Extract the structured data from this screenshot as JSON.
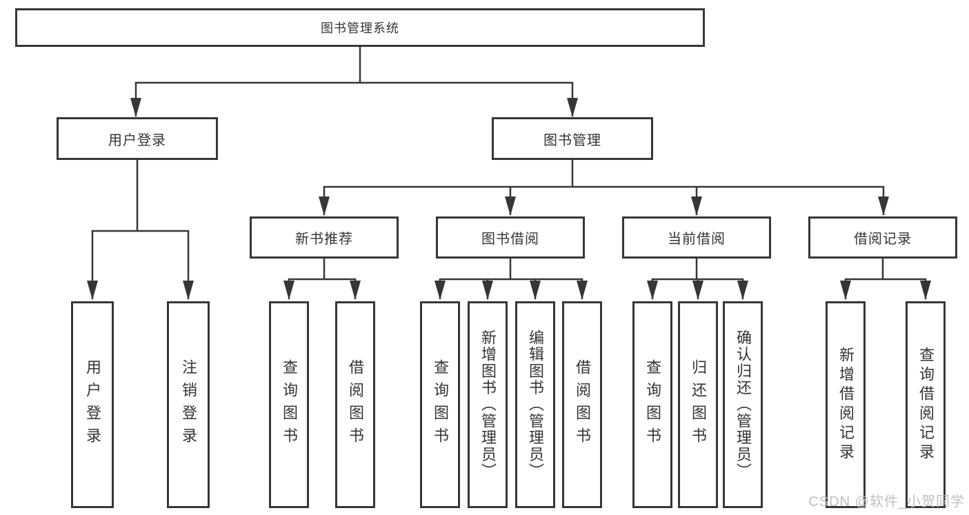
{
  "tree": {
    "label": "图书管理系统",
    "children": [
      {
        "label": "用户登录",
        "children": [
          {
            "label": "用户登录"
          },
          {
            "label": "注销登录"
          }
        ]
      },
      {
        "label": "图书管理",
        "children": [
          {
            "label": "新书推荐",
            "children": [
              {
                "label": "查询图书"
              },
              {
                "label": "借阅图书"
              }
            ]
          },
          {
            "label": "图书借阅",
            "children": [
              {
                "label": "查询图书"
              },
              {
                "label": "新增图书（管理员）"
              },
              {
                "label": "编辑图书（管理员）"
              },
              {
                "label": "借阅图书"
              }
            ]
          },
          {
            "label": "当前借阅",
            "children": [
              {
                "label": "查询图书"
              },
              {
                "label": "归还图书"
              },
              {
                "label": "确认归还（管理员）"
              }
            ]
          },
          {
            "label": "借阅记录",
            "children": [
              {
                "label": "新增借阅记录"
              },
              {
                "label": "查询借阅记录"
              }
            ]
          }
        ]
      }
    ]
  },
  "watermark": {
    "text": "CSDN @软件_小贺同学"
  },
  "colors": {
    "line": "#363636",
    "box_border": "#363636",
    "box_bg": "#ffffff",
    "text": "#333333",
    "watermark": "#bcbcbc"
  }
}
